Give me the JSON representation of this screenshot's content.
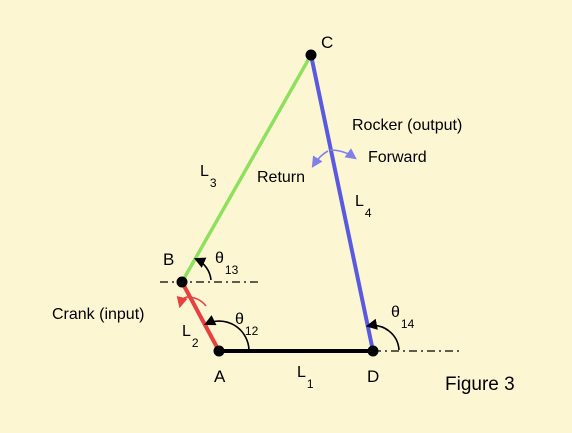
{
  "figure": {
    "caption": "Figure 3"
  },
  "colors": {
    "background": "#fdf6d3",
    "ground_link": "#000000",
    "crank": "#e84040",
    "coupler": "#90e060",
    "rocker": "#5a5ae0",
    "motion_arrows": "#8080e8"
  },
  "joints": {
    "A": "A",
    "B": "B",
    "C": "C",
    "D": "D"
  },
  "links": {
    "L1": {
      "main": "L",
      "sub": "1"
    },
    "L2": {
      "main": "L",
      "sub": "2"
    },
    "L3": {
      "main": "L",
      "sub": "3"
    },
    "L4": {
      "main": "L",
      "sub": "4"
    }
  },
  "angles": {
    "theta12": {
      "main": "θ",
      "sub": "12"
    },
    "theta13": {
      "main": "θ",
      "sub": "13"
    },
    "theta14": {
      "main": "θ",
      "sub": "14"
    }
  },
  "annotations": {
    "crank": "Crank (input)",
    "rocker": "Rocker (output)",
    "forward": "Forward",
    "return": "Return"
  }
}
